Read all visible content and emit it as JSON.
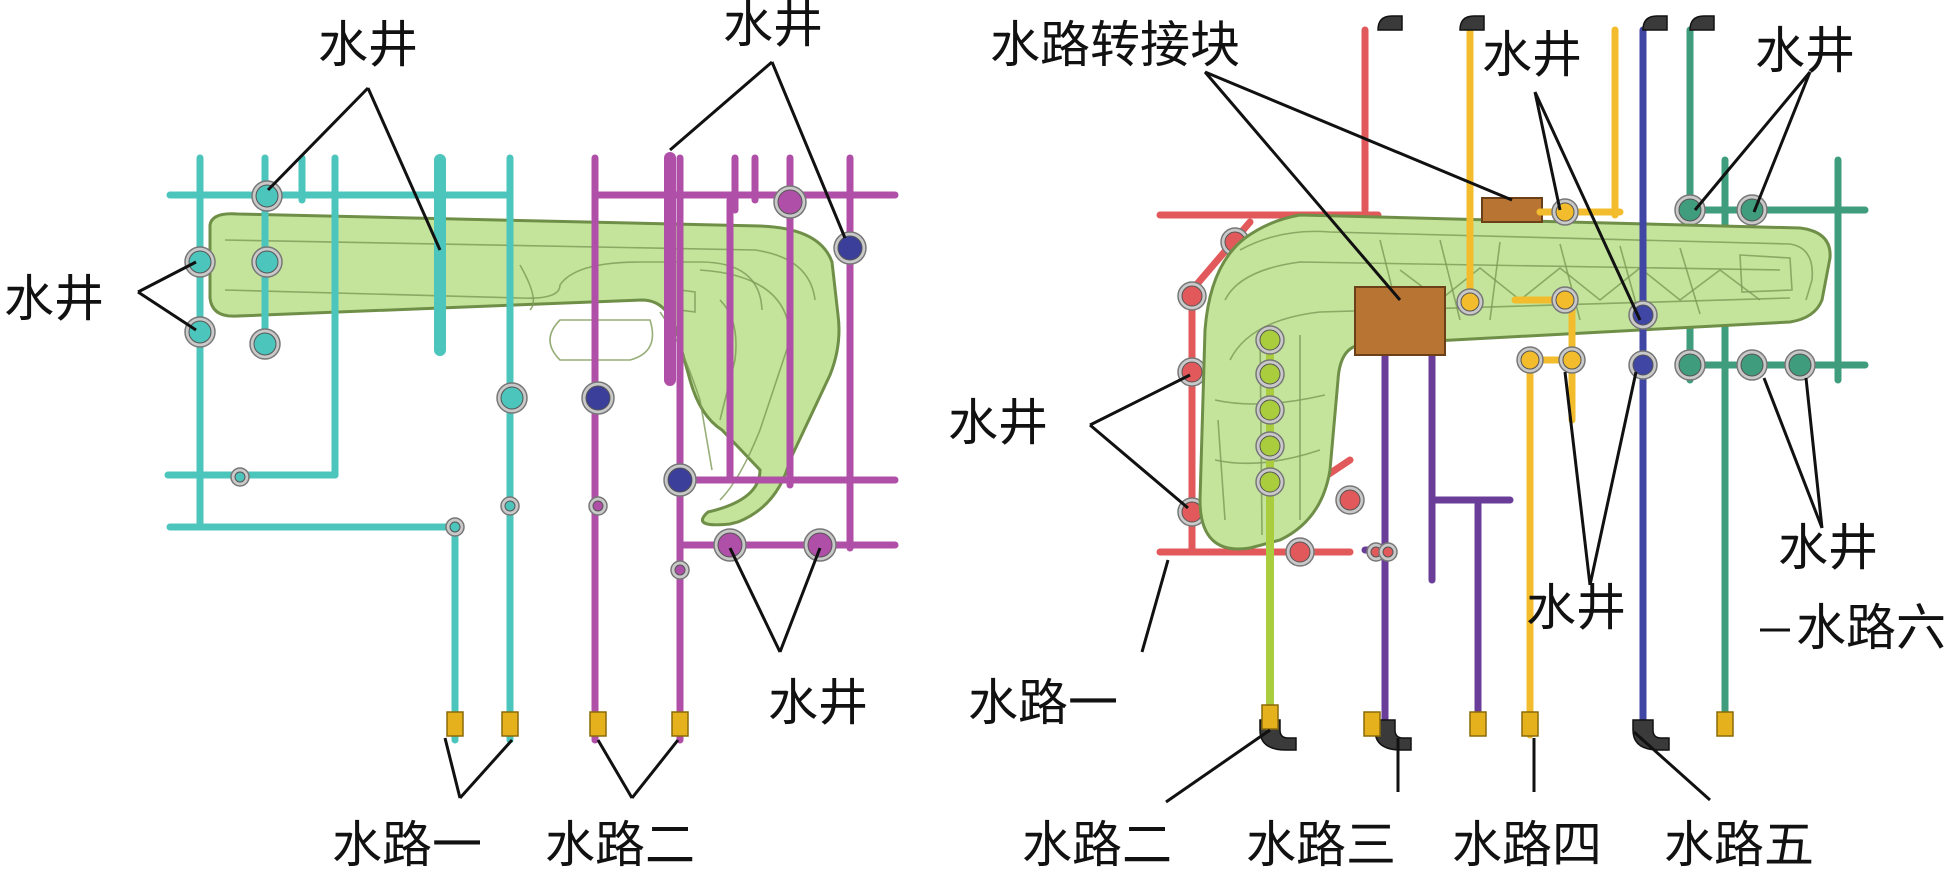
{
  "colors": {
    "background": "#ffffff",
    "mold_body": "#c3e49a",
    "adapter_block": "#b87433",
    "line_cyan": "#4cc5bc",
    "line_magenta": "#b04fa8",
    "line_red": "#e2595b",
    "line_yellow_green": "#a9cd3d",
    "line_purple": "#6a3e98",
    "line_yellow": "#f2bc2c",
    "line_blue": "#3f46a3",
    "line_green": "#3f9d7d",
    "well_marker_navy": "#3b3f9a",
    "label_text": "#111111"
  },
  "left_figure": {
    "labels": {
      "well_top_left": "水井",
      "well_top_right": "水井",
      "well_left": "水井",
      "well_bottom_right": "水井",
      "circuit_1": "水路一",
      "circuit_2": "水路二"
    }
  },
  "right_figure": {
    "labels": {
      "adapter_block": "水路转接块",
      "well_top_center": "水井",
      "well_top_right": "水井",
      "well_left": "水井",
      "well_center": "水井",
      "well_right": "水井",
      "circuit_1": "水路一",
      "circuit_2": "水路二",
      "circuit_3": "水路三",
      "circuit_4": "水路四",
      "circuit_5": "水路五",
      "circuit_6": "水路六"
    }
  }
}
